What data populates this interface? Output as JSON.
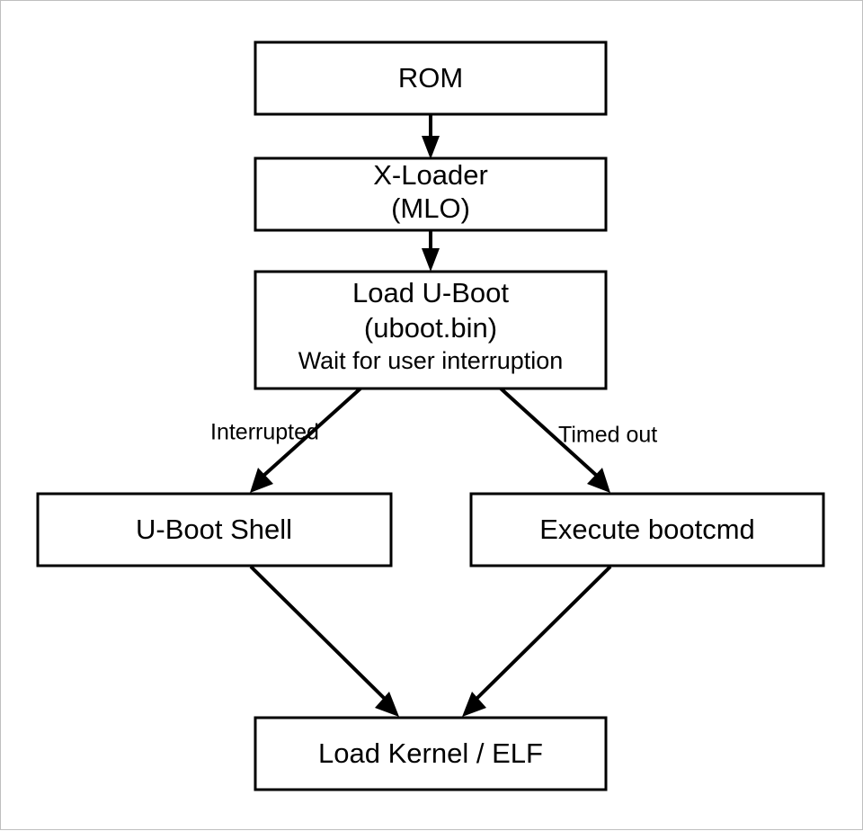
{
  "diagram": {
    "title": "U-Boot boot sequence flowchart",
    "background_color": "#ffffff",
    "line_color": "#000000",
    "border_color": "#bfbfbf",
    "nodes": [
      {
        "id": "rom",
        "label": "ROM",
        "lines": [
          "ROM"
        ]
      },
      {
        "id": "xloader",
        "label": "X-Loader (MLO)",
        "lines": [
          "X-Loader",
          "(MLO)"
        ]
      },
      {
        "id": "loaduboot",
        "label": "Load U-Boot",
        "lines": [
          "Load U-Boot",
          "(uboot.bin)",
          "Wait for user interruption"
        ]
      },
      {
        "id": "ubootshell",
        "label": "U-Boot Shell",
        "lines": [
          "U-Boot Shell"
        ]
      },
      {
        "id": "bootcmd",
        "label": "Execute bootcmd",
        "lines": [
          "Execute bootcmd"
        ]
      },
      {
        "id": "loadkernel",
        "label": "Load Kernel / ELF",
        "lines": [
          "Load Kernel / ELF"
        ]
      }
    ],
    "edges": [
      {
        "id": "rom-to-xloader",
        "from": "rom",
        "to": "xloader",
        "label": ""
      },
      {
        "id": "xloader-to-loaduboot",
        "from": "xloader",
        "to": "loaduboot",
        "label": ""
      },
      {
        "id": "loaduboot-to-ubootshell",
        "from": "loaduboot",
        "to": "ubootshell",
        "label": "Interrupted"
      },
      {
        "id": "loaduboot-to-bootcmd",
        "from": "loaduboot",
        "to": "bootcmd",
        "label": "Timed out"
      },
      {
        "id": "ubootshell-to-loadkernel",
        "from": "ubootshell",
        "to": "loadkernel",
        "label": ""
      },
      {
        "id": "bootcmd-to-loadkernel",
        "from": "bootcmd",
        "to": "loadkernel",
        "label": ""
      }
    ]
  }
}
